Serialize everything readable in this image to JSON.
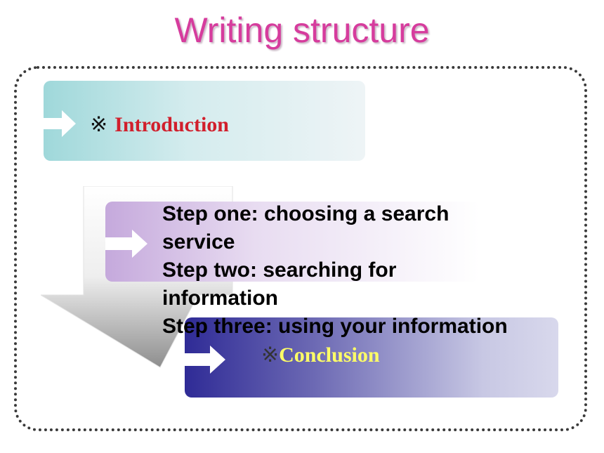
{
  "title": "Writing structure",
  "introduction": {
    "mark": "※",
    "label": "Introduction"
  },
  "steps": [
    "Step one: choosing a search service",
    "Step two: searching for information",
    "Step three: using your information"
  ],
  "conclusion": {
    "mark": "※",
    "label": "Conclusion"
  },
  "colors": {
    "title": "#d63c9d",
    "introduction_text": "#d11f2c",
    "conclusion_text": "#ffff66",
    "box1": "#9fd8da",
    "box2": "#c5a9dc",
    "box3": "#2f2b96"
  },
  "icons": [
    "right-arrow-icon",
    "down-turn-arrow"
  ]
}
